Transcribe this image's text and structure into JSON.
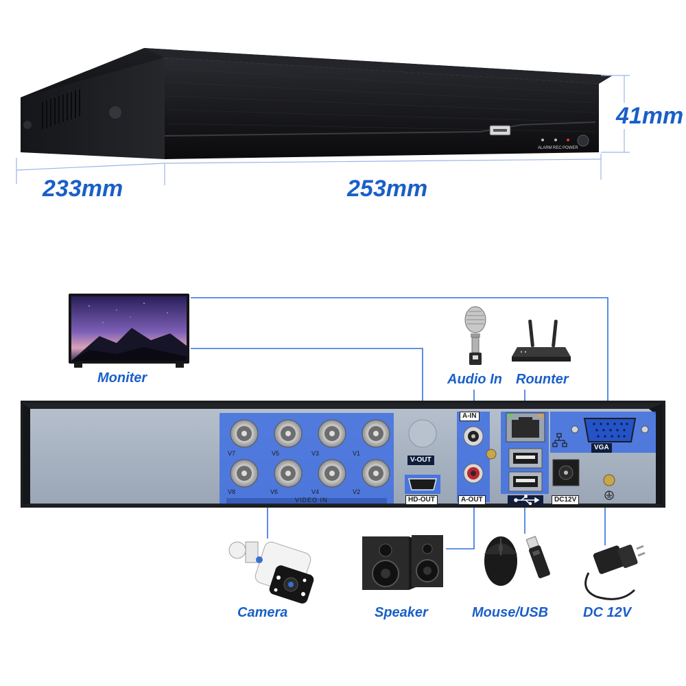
{
  "dimensions": {
    "depth": "233mm",
    "width": "253mm",
    "height": "41mm"
  },
  "front_panel": {
    "leds": [
      "ALARM",
      "REC",
      "POWER"
    ]
  },
  "rear_panel": {
    "video_in_label": "VIDEO IN",
    "bnc_labels": [
      "V7",
      "V5",
      "V3",
      "V1",
      "V8",
      "V6",
      "V4",
      "V2"
    ],
    "port_labels": {
      "v_out": "V-OUT",
      "hd_out": "HD-OUT",
      "a_in": "A-IN",
      "a_out": "A-OUT",
      "vga": "VGA",
      "dc12v": "DC12V"
    }
  },
  "devices": {
    "monitor": "Moniter",
    "audio_in": "Audio In",
    "router": "Rounter",
    "camera": "Camera",
    "speaker": "Speaker",
    "mouse_usb": "Mouse/USB",
    "dc": "DC 12V"
  },
  "colors": {
    "accent": "#1a5fc8",
    "highlight": "#3f6fe0",
    "chassis": "#1c1d20",
    "panel": "#a8b3c2"
  }
}
